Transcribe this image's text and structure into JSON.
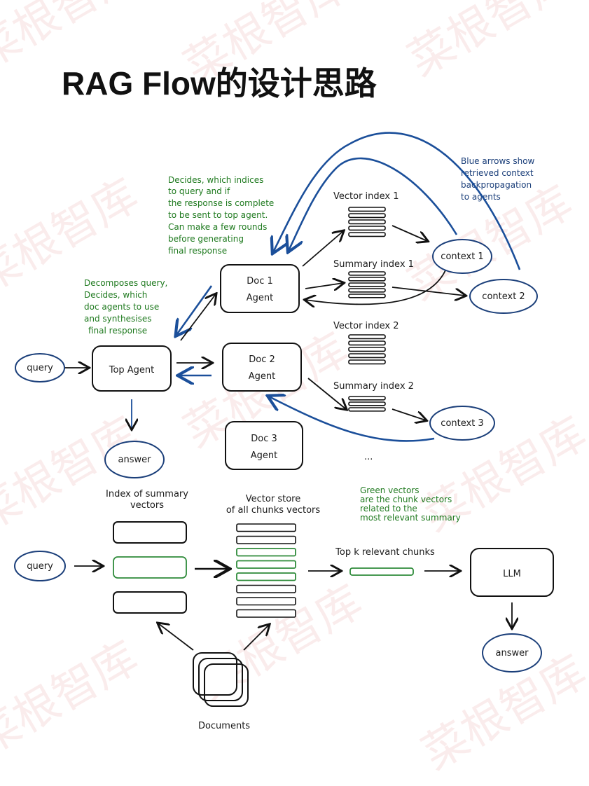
{
  "title": "RAG Flow的设计思路",
  "watermark": "菜根智库",
  "notes": {
    "doc_agent": [
      "Decides, which indices",
      "to query and if",
      "the response is complete",
      "to be sent to top agent.",
      "Can make a few rounds",
      "before generating",
      "final response"
    ],
    "top_agent": [
      "Decomposes query,",
      "Decides, which",
      "doc agents to use",
      "and synthesises",
      "final response"
    ],
    "blue_arrows": [
      "Blue arrows show",
      "retrieved context",
      "backpropagation",
      "to agents"
    ],
    "green_vectors": [
      "Green vectors",
      "are the chunk vectors",
      "related to the",
      "most relevant summary"
    ]
  },
  "agents": {
    "doc1": [
      "Doc 1",
      "Agent"
    ],
    "doc2": [
      "Doc 2",
      "Agent"
    ],
    "doc3": [
      "Doc 3",
      "Agent"
    ],
    "top": "Top Agent"
  },
  "indices": {
    "vector1": "Vector index 1",
    "summary1": "Summary index 1",
    "vector2": "Vector index 2",
    "summary2": "Summary index 2",
    "more": "..."
  },
  "contexts": [
    "context 1",
    "context 2",
    "context 3"
  ],
  "top_query": "query",
  "top_answer": "answer",
  "bottom": {
    "query": "query",
    "summary_label": [
      "Index of summary",
      "vectors"
    ],
    "store_label": [
      "Vector store",
      "of all chunks vectors"
    ],
    "topk_label": "Top k relevant chunks",
    "llm": "LLM",
    "answer": "answer",
    "documents": "Documents"
  },
  "colors": {
    "green": "#1f7a1f",
    "blue": "#1b3f7a",
    "blue_arrow": "#1b4f9a"
  }
}
